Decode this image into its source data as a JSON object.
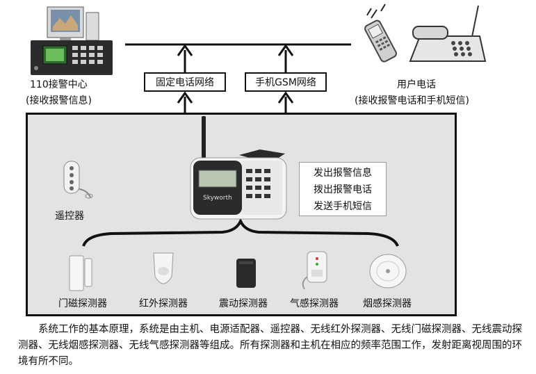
{
  "top": {
    "police_center": {
      "title": "110接警中心",
      "subtitle": "(接收报警信息)"
    },
    "landline_network": "固定电话网络",
    "gsm_network": "手机GSM网络",
    "user_phone": {
      "title": "用户电话",
      "subtitle": "(接收报警电话和手机短信)"
    }
  },
  "panel": {
    "remote_label": "遥控器",
    "host_brand": "Skyworth",
    "actions": [
      "发出报警信息",
      "拨出报警电话",
      "发送手机短信"
    ],
    "detectors": [
      "门磁探测器",
      "红外探测器",
      "震动探测器",
      "气感探测器",
      "烟感探测器"
    ]
  },
  "description": "系统工作的基本原理，系统是由主机、电源适配器、遥控器、无线红外探测器、无线门磁探测器、无线震动探测器、无线烟感探测器、无线气感探测器等组成。所有探测器和主机在相应的频率范围工作，发射距离视周围的环境有所不同。"
}
